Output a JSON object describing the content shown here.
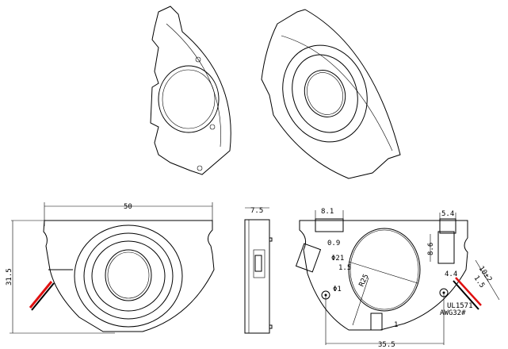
{
  "colors": {
    "line": "#000000",
    "wire_red": "#e01010",
    "wire_black": "#000000",
    "background": "#ffffff"
  },
  "front_view": {
    "width_label": "50",
    "height_label": "31.5"
  },
  "side_view": {
    "thickness_label": "7.5"
  },
  "back_view": {
    "dims": {
      "left_tab": "8.1",
      "right_tab": "5.4",
      "wall": "0.9",
      "hole_dia": "Φ21",
      "step": "1.5",
      "tab_height": "8.6",
      "tab_width": "4.4",
      "wire_length": "10±2",
      "wire_strip": "1.5",
      "radius": "R25",
      "pin_dia": "Φ1",
      "notch": "1",
      "pin_spacing": "35.5"
    },
    "wire_spec": [
      "UL1571",
      "AWG32#"
    ]
  }
}
